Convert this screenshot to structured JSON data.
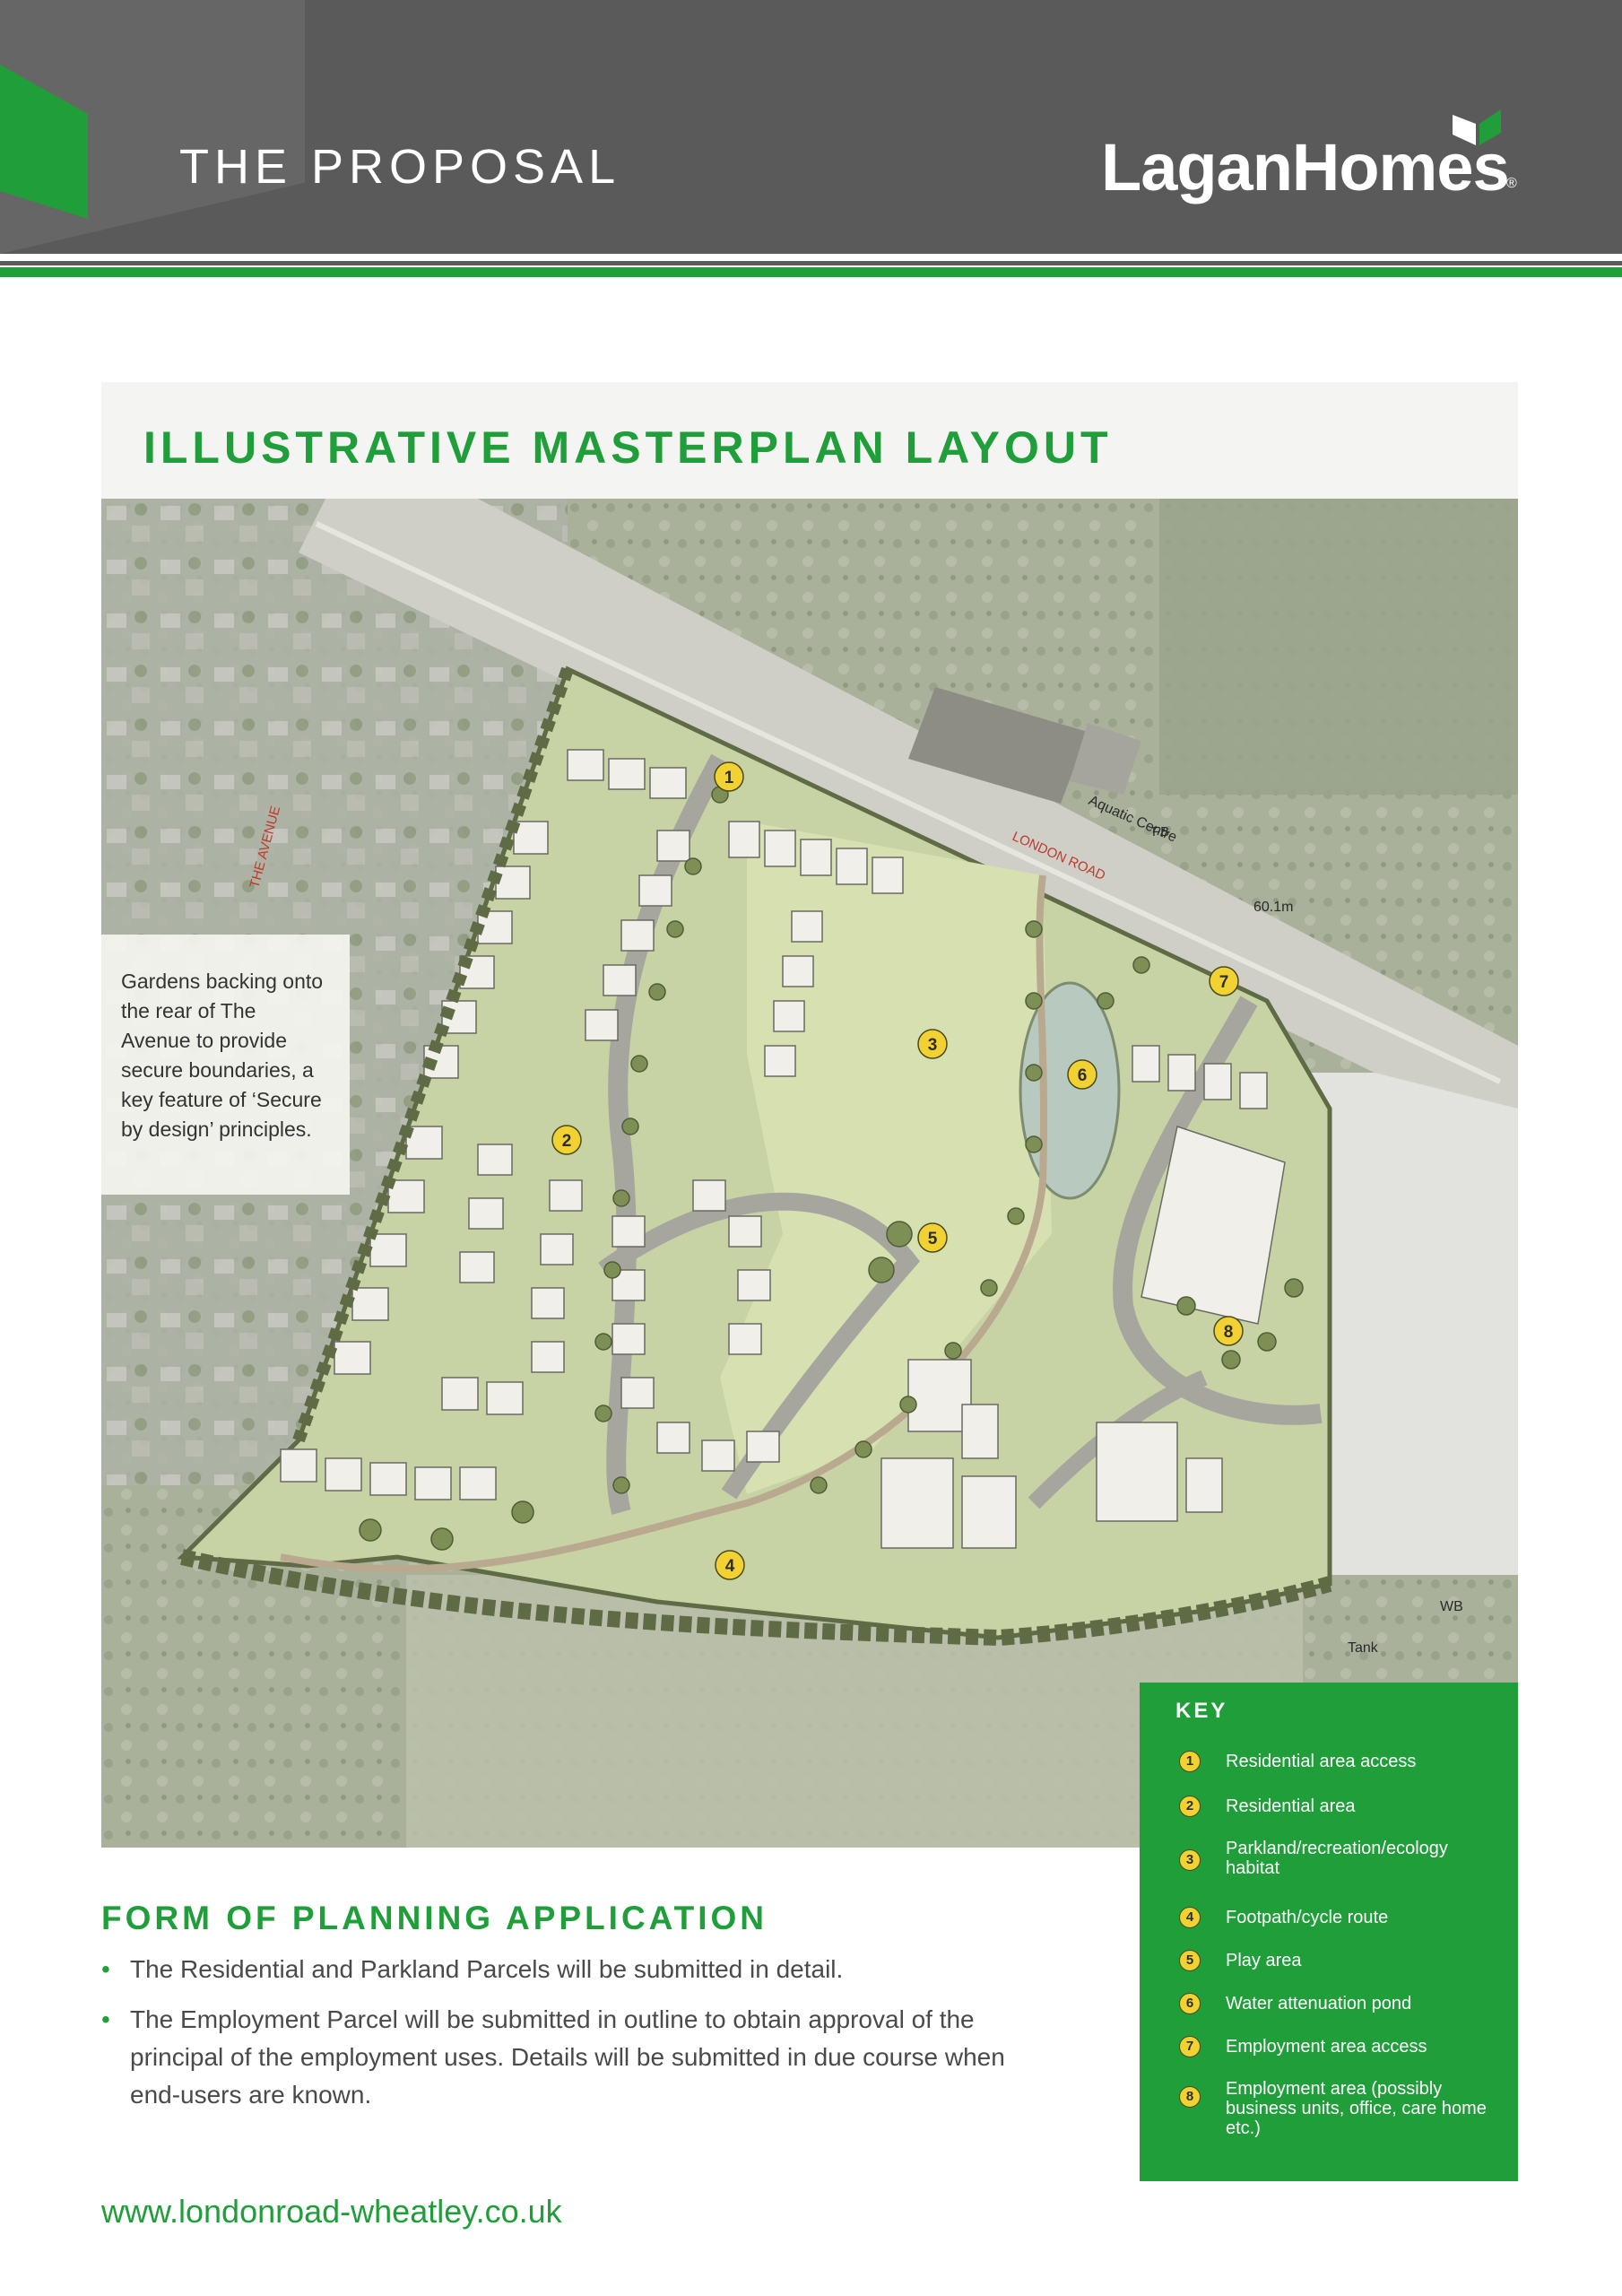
{
  "header": {
    "title": "THE PROPOSAL",
    "logo_text": "LaganHomes",
    "logo_reg": "®"
  },
  "colors": {
    "brand_green": "#1f9e3a",
    "header_grey": "#5a5a5a",
    "marker_yellow": "#f2d232"
  },
  "masterplan": {
    "title": "ILLUSTRATIVE MASTERPLAN LAYOUT",
    "callout": "Gardens backing onto the rear of The Avenue to provide secure boundaries, a key feature of ‘Secure by design’ principles.",
    "map_labels": {
      "the_avenue": "THE AVENUE",
      "london_road": "LONDON ROAD",
      "aquatic_centre": "Aquatic Centre",
      "fb": "FB",
      "spot_height": "60.1m",
      "wb": "WB",
      "tank": "Tank"
    },
    "markers": [
      "1",
      "2",
      "3",
      "4",
      "5",
      "6",
      "7",
      "8"
    ]
  },
  "key": {
    "title": "KEY",
    "items": [
      {
        "num": "1",
        "label": "Residential area access"
      },
      {
        "num": "2",
        "label": "Residential area"
      },
      {
        "num": "3",
        "label": "Parkland/recreation/ecology habitat"
      },
      {
        "num": "4",
        "label": "Footpath/cycle route"
      },
      {
        "num": "5",
        "label": "Play area"
      },
      {
        "num": "6",
        "label": "Water attenuation pond"
      },
      {
        "num": "7",
        "label": "Employment area access"
      },
      {
        "num": "8",
        "label": "Employment area (possibly business units, office, care home etc.)"
      }
    ]
  },
  "planning": {
    "title": "FORM OF PLANNING APPLICATION",
    "bullets": [
      "The Residential and Parkland Parcels will be submitted in detail.",
      "The Employment Parcel will be submitted in outline to obtain approval of the principal of the employment uses. Details will be submitted in due course when end-users are known."
    ]
  },
  "footer": {
    "url": "www.londonroad-wheatley.co.uk"
  }
}
